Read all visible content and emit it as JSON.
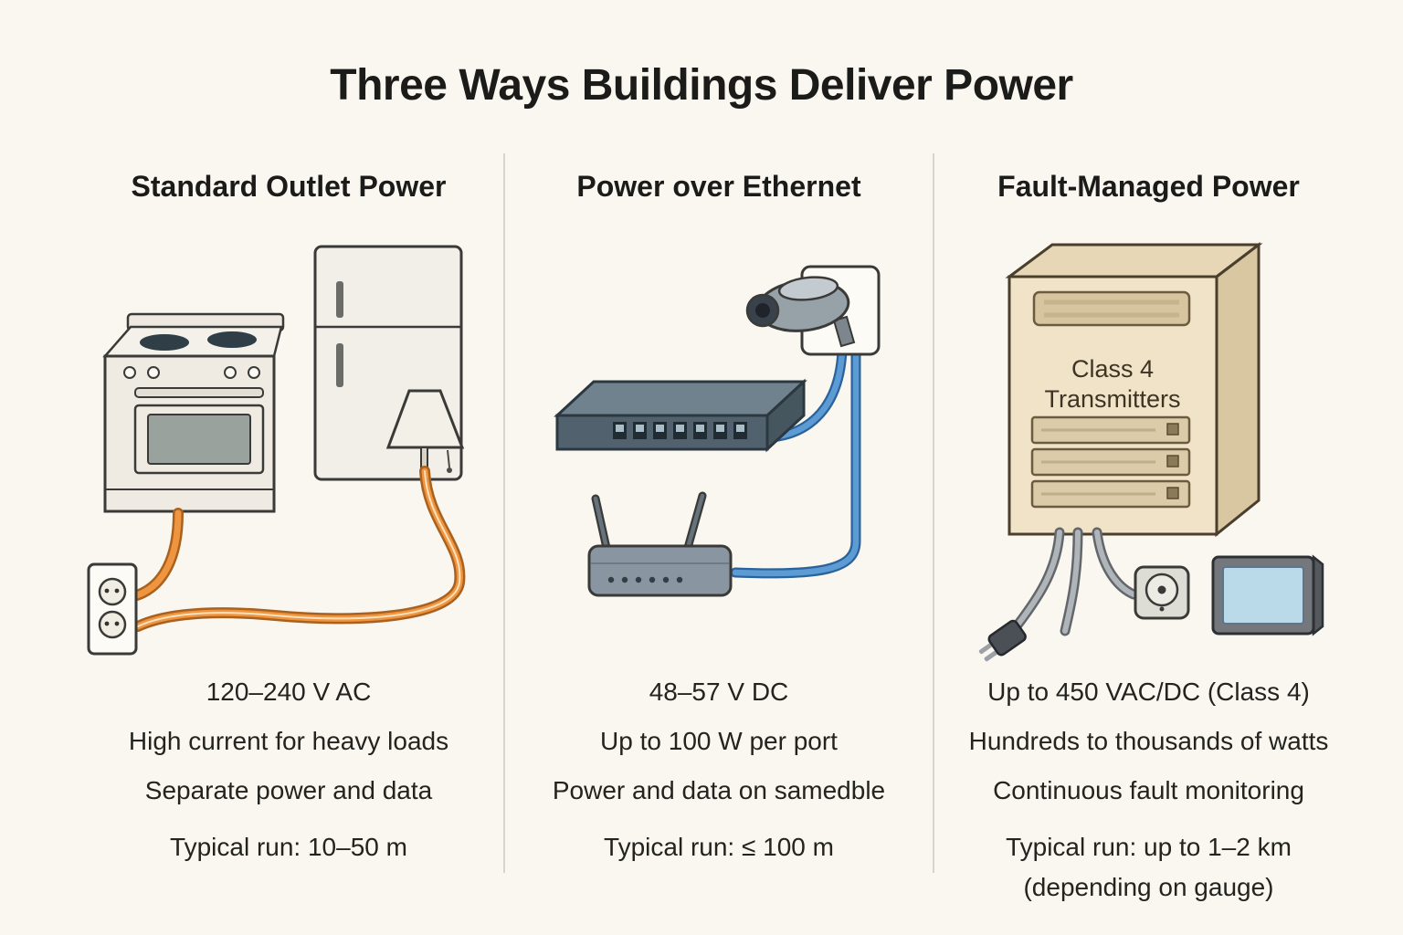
{
  "title": "Three Ways Buildings Deliver Power",
  "columns": [
    {
      "heading": "Standard Outlet Power",
      "illustration_items": [
        "stove",
        "refrigerator",
        "table-lamp",
        "wall-outlet",
        "orange-power-cords"
      ],
      "spec_lines": [
        "120–240 V AC",
        "High current for heavy loads",
        "Separate power and data"
      ],
      "typical_run": "Typical run: 10–50 m"
    },
    {
      "heading": "Power over Ethernet",
      "illustration_items": [
        "network-switch",
        "security-camera",
        "wifi-router",
        "blue-ethernet-cables"
      ],
      "spec_lines": [
        "48–57 V DC",
        "Up to 100 W per port",
        "Power and data on samedble"
      ],
      "typical_run": "Typical run: ≤ 100 m"
    },
    {
      "heading": "Fault-Managed Power",
      "illustration_items": [
        "class-4-transmitter-cabinet",
        "power-plug",
        "wall-control",
        "display-panel",
        "gray-cables"
      ],
      "spec_lines": [
        "Up to 450 VAC/DC (Class 4)",
        "Hundreds to thousands of watts",
        "Continuous fault monitoring"
      ],
      "typical_run": "Typical run: up to 1–2 km",
      "typical_run_note": "(depending on gauge)"
    }
  ],
  "cabinet": {
    "label_line1": "Class 4",
    "label_line2": "Transmitters"
  },
  "colors": {
    "background": "#FAF7F0",
    "text": "#1E1E1C",
    "divider": "#D9D5CB",
    "power_cable_orange": "#F0953F",
    "ethernet_cable_blue": "#5C9BD3",
    "cabinet_beige": "#F0E3C7",
    "screen_blue": "#BAD9E9"
  }
}
